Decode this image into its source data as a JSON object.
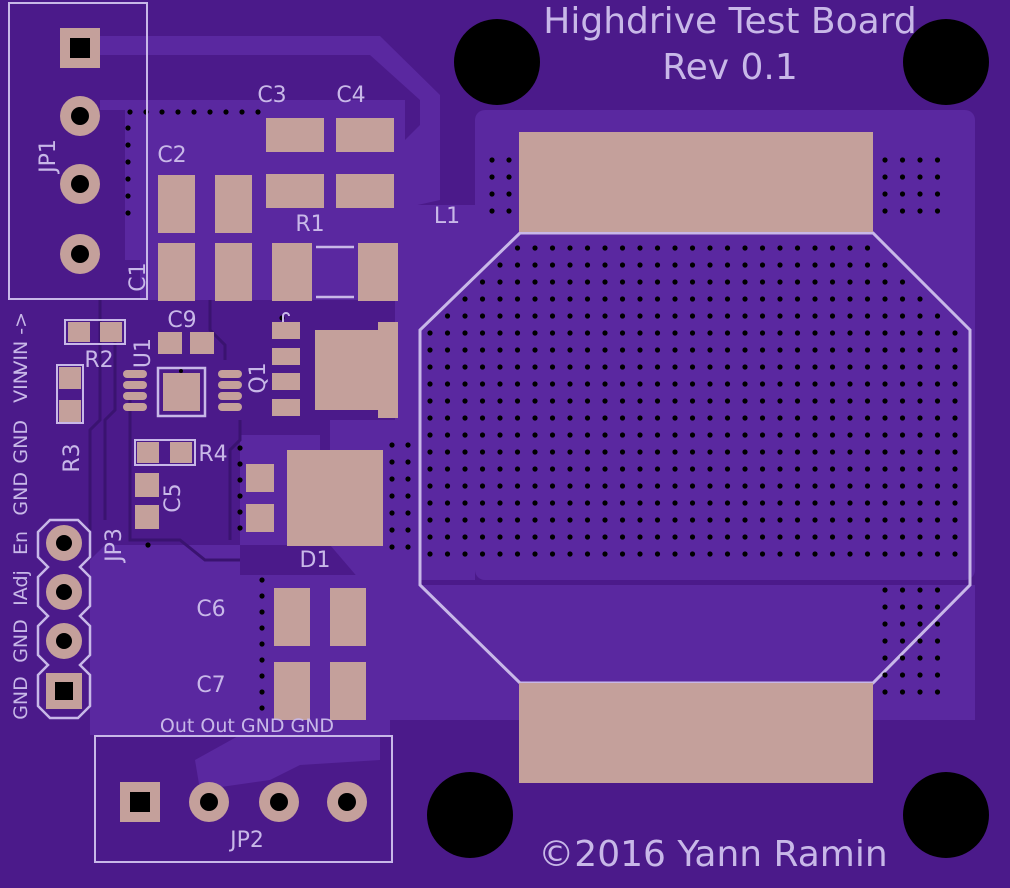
{
  "board": {
    "title": "Highdrive Test Board",
    "revision": "Rev 0.1",
    "copyright": "©2016 Yann Ramin",
    "colors": {
      "board": "#4b1a8a",
      "copper": "#5a28a0",
      "pad": "#c4a09b",
      "silkscreen": "#c8b8e8",
      "hole": "#000000"
    }
  },
  "labels": {
    "jp1": "JP1",
    "jp2": "JP2",
    "jp3": "JP3",
    "c1": "C1",
    "c2": "C2",
    "c3": "C3",
    "c4": "C4",
    "c5": "C5",
    "c6": "C6",
    "c7": "C7",
    "c9": "C9",
    "r1": "R1",
    "r2": "R2",
    "r3": "R3",
    "r4": "R4",
    "u1": "U1",
    "q1": "Q1",
    "l1": "L1",
    "d1": "D1"
  },
  "jp3_pins": [
    "En",
    "IAdj",
    "GND",
    "GND"
  ],
  "jp1_pins": [
    "VIN ->",
    "VIN",
    "GND",
    "GND"
  ],
  "jp2_pins": "Out Out GND GND"
}
